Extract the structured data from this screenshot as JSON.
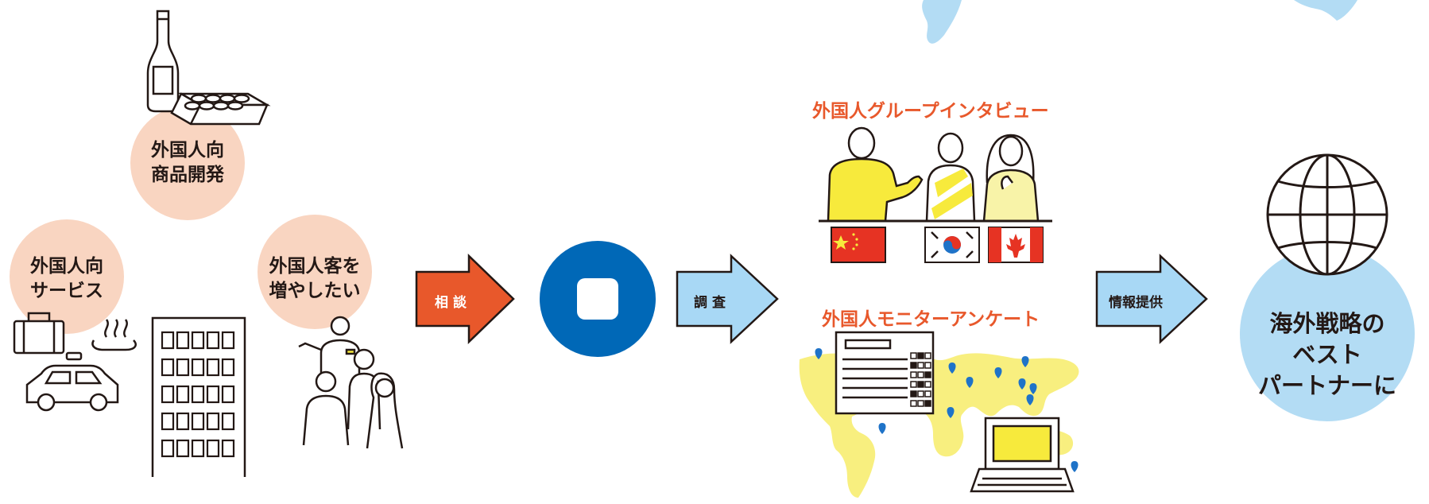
{
  "left": {
    "circle_product": {
      "line1": "外国人向",
      "line2": "商品開発"
    },
    "circle_service": {
      "line1": "外国人向",
      "line2": "サービス"
    },
    "circle_customer": {
      "line1": "外国人客を",
      "line2": "増やしたい"
    }
  },
  "arrows": {
    "consult": "相 談",
    "research": "調 査",
    "info": "情報提供"
  },
  "middle": {
    "group_interview_title": "外国人グループインタビュー",
    "monitor_survey_title": "外国人モニターアンケート"
  },
  "goal": {
    "line1": "海外戦略の",
    "line2": "ベスト",
    "line3": "パートナーに"
  },
  "colors": {
    "peach": "#f9d5c1",
    "orange_red": "#e8582b",
    "blue_brand": "#0068b7",
    "light_blue": "#b3dcf4",
    "arrow_blue": "#a8d8f5",
    "yellow": "#f7ea3c",
    "map_yellow": "#f8ef7f",
    "pin_blue": "#1f73c8"
  },
  "icons": [
    "sake-bottle-icon",
    "sweets-box-icon",
    "suitcase-icon",
    "hot-spring-icon",
    "taxi-icon",
    "hotel-building-icon",
    "tour-guide-icon",
    "tourists-icon",
    "company-logo-icon",
    "china-flag-icon",
    "korea-flag-icon",
    "canada-flag-icon",
    "questionnaire-icon",
    "laptop-icon",
    "world-map-icon",
    "map-pin-icon",
    "globe-icon"
  ]
}
